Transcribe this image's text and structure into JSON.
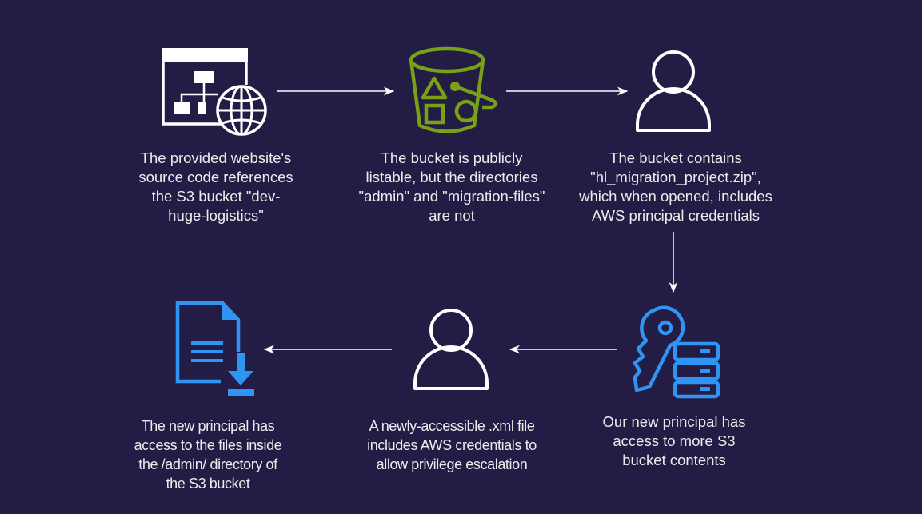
{
  "diagram": {
    "background": "#231d45",
    "colors": {
      "white": "#ffffff",
      "green": "#7aa116",
      "blue": "#2f95f5",
      "text": "#ececec",
      "arrow": "#ffffff"
    },
    "nodes": [
      {
        "id": "website",
        "icon": "website-globe-icon",
        "caption": "The provided website's\nsource code references\nthe S3 bucket \"dev-\nhuge-logistics\""
      },
      {
        "id": "bucket",
        "icon": "s3-bucket-icon",
        "caption": "The bucket is publicly\nlistable, but the directories\n\"admin\" and \"migration-files\"\nare not"
      },
      {
        "id": "principal-1",
        "icon": "user-icon",
        "caption": "The bucket contains\n\"hl_migration_project.zip\",\nwhich when opened, includes\nAWS principal credentials"
      },
      {
        "id": "key-db",
        "icon": "key-database-icon",
        "caption": "Our new principal has\naccess to more S3\nbucket contents"
      },
      {
        "id": "principal-2",
        "icon": "user-icon",
        "caption": "A newly-accessible .xml file\nincludes AWS credentials to\nallow privilege escalation"
      },
      {
        "id": "file-download",
        "icon": "file-download-icon",
        "caption": "The new principal has\naccess to the files inside\nthe /admin/ directory of\nthe S3 bucket"
      }
    ],
    "edges": [
      {
        "from": "website",
        "to": "bucket",
        "direction": "right"
      },
      {
        "from": "bucket",
        "to": "principal-1",
        "direction": "right"
      },
      {
        "from": "principal-1",
        "to": "key-db",
        "direction": "down"
      },
      {
        "from": "key-db",
        "to": "principal-2",
        "direction": "left"
      },
      {
        "from": "principal-2",
        "to": "file-download",
        "direction": "left"
      }
    ]
  }
}
